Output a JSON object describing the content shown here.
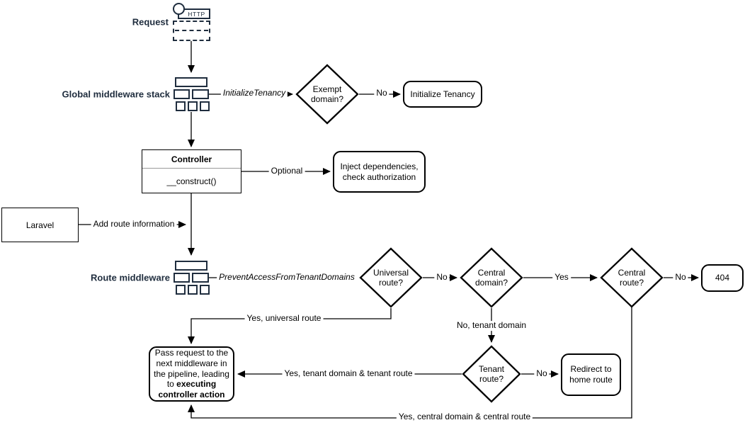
{
  "diagram": {
    "colors": {
      "accent_navy": "#1f2d3e",
      "node_border": "#000000",
      "background": "#ffffff"
    },
    "request": {
      "label": "Request",
      "icon_text": "HTTP"
    },
    "global_middleware": {
      "label": "Global middleware stack"
    },
    "route_middleware": {
      "label": "Route middleware"
    },
    "nodes": {
      "exempt_domain": "Exempt\ndomain?",
      "initialize_tenancy": "Initialize Tenancy",
      "controller_title": "Controller",
      "controller_method": "__construct()",
      "inject_dependencies": "Inject dependencies,\ncheck authorization",
      "laravel": "Laravel",
      "universal_route": "Universal\nroute?",
      "central_domain": "Central\ndomain?",
      "central_route": "Central\nroute?",
      "not_found": "404",
      "tenant_route": "Tenant\nroute?",
      "redirect_home": "Redirect to\nhome route",
      "pass_request_normal": "Pass request to the next middleware in the pipeline, leading to ",
      "pass_request_bold": "executing controller action"
    },
    "edge_labels": {
      "initialize_tenancy_mw": "InitializeTenancy",
      "no_exempt": "No",
      "optional": "Optional",
      "add_route_info": "Add route information",
      "prevent_access": "PreventAccessFromTenantDomains",
      "no_universal": "No",
      "yes_central_domain": "Yes",
      "no_central_route": "No",
      "yes_universal_route": "Yes, universal route",
      "no_tenant_domain": "No, tenant domain",
      "yes_tenant_route": "Yes, tenant domain & tenant route",
      "no_tenant_route": "No",
      "yes_central_route": "Yes, central domain & central route"
    }
  }
}
